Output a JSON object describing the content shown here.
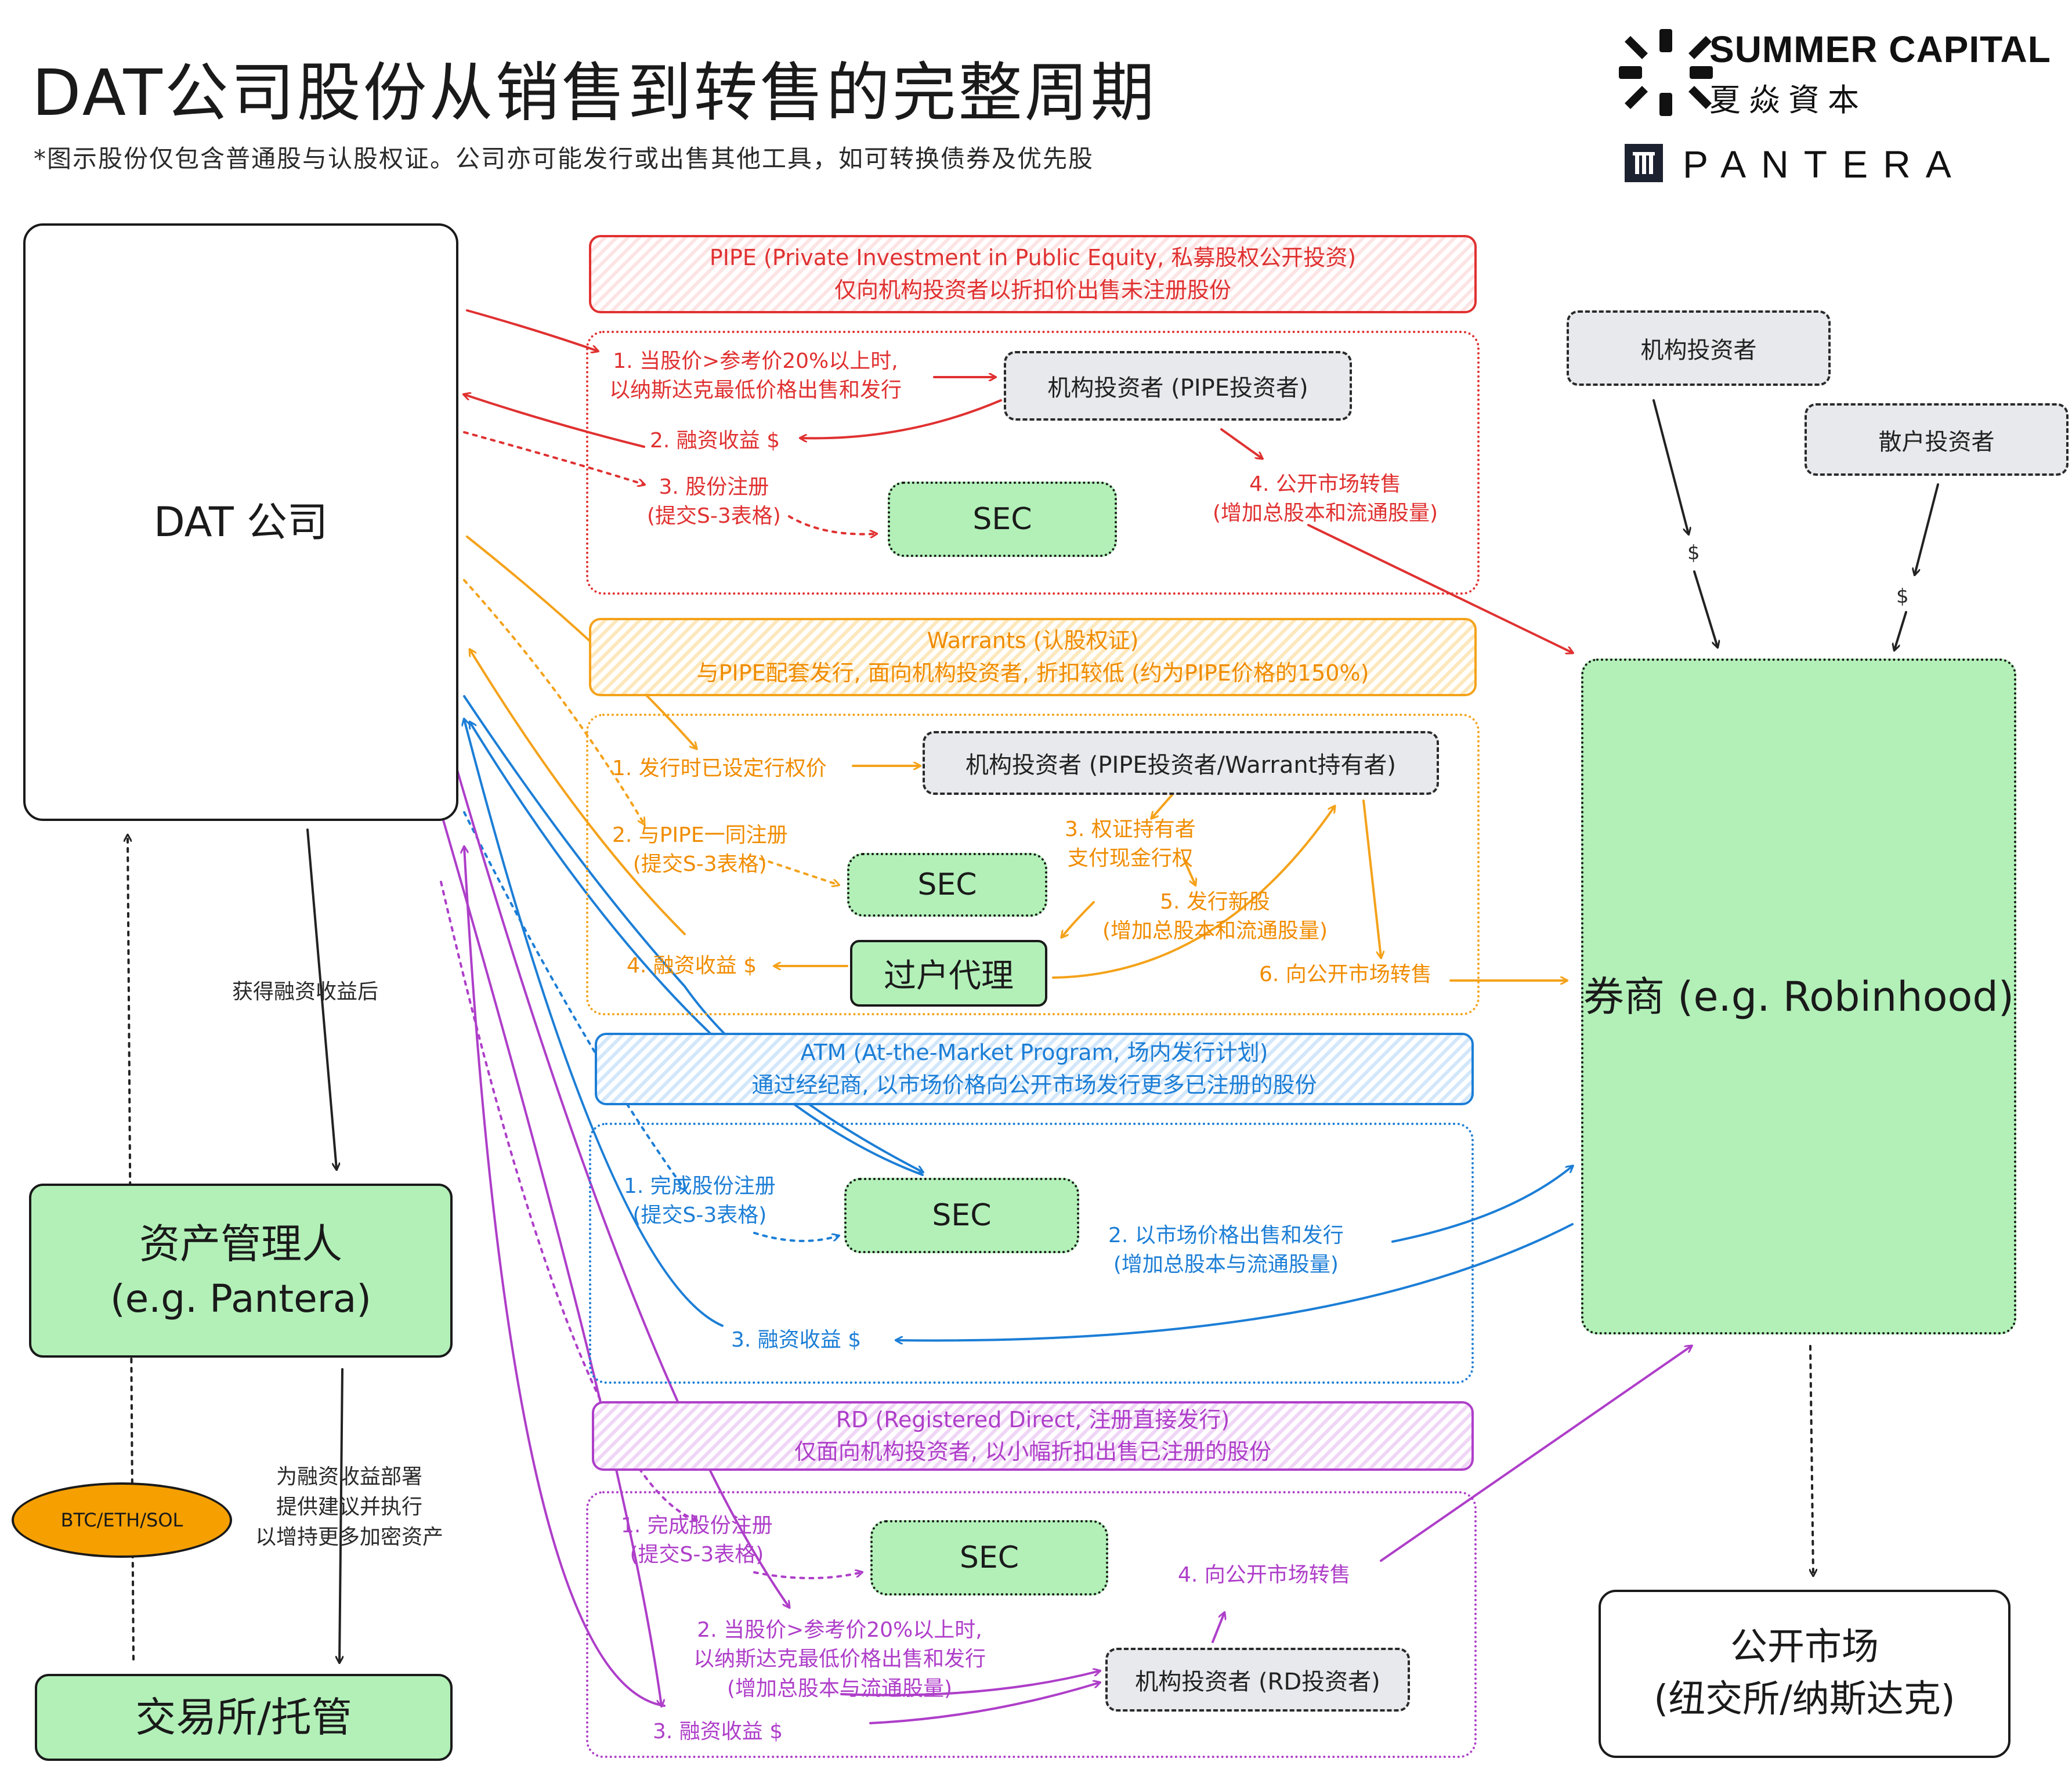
{
  "title": "DAT公司股份从销售到转售的完整周期",
  "note": "*图示股份仅包含普通股与认股权证。公司亦可能发行或出售其他工具，如可转换债券及优先股",
  "logos": {
    "summer_en": "SUMMER CAPITAL",
    "summer_cn": "夏焱資本",
    "pantera": "PANTERA"
  },
  "entities": {
    "dat_company": "DAT 公司",
    "asset_manager": [
      "资产管理人",
      "(e.g. Pantera)"
    ],
    "exchange": "交易所/托管",
    "crypto": "BTC/ETH/SOL",
    "broker": "券商 (e.g. Robinhood)",
    "public_market": [
      "公开市场",
      "(纽交所/纳斯达克)"
    ],
    "inst_investor_top": "机构投资者",
    "retail_investor": "散户投资者"
  },
  "left_flow": {
    "after_proceeds": "获得融资收益后",
    "deploy": [
      "为融资收益部署",
      "提供建议并执行",
      "以增持更多加密资产"
    ]
  },
  "dollar": "$",
  "pipe": {
    "header": [
      "PIPE (Private Investment in Public Equity, 私募股权公开投资)",
      "仅向机构投资者以折扣价出售未注册股份"
    ],
    "investor": "机构投资者 (PIPE投资者)",
    "sec": "SEC",
    "step1": [
      "1. 当股价>参考价20%以上时,",
      "以纳斯达克最低价格出售和发行"
    ],
    "step2": "2. 融资收益 $",
    "step3": [
      "3. 股份注册",
      "(提交S-3表格)"
    ],
    "step4": [
      "4. 公开市场转售",
      "(增加总股本和流通股量)"
    ]
  },
  "warrants": {
    "header": [
      "Warrants (认股权证)",
      "与PIPE配套发行, 面向机构投资者, 折扣较低 (约为PIPE价格的150%)"
    ],
    "investor": "机构投资者 (PIPE投资者/Warrant持有者)",
    "sec": "SEC",
    "agent": "过户代理",
    "step1": "1. 发行时已设定行权价",
    "step2": [
      "2. 与PIPE一同注册",
      "(提交S-3表格)"
    ],
    "step3": [
      "3. 权证持有者",
      "支付现金行权"
    ],
    "step4": "4. 融资收益 $",
    "step5": [
      "5. 发行新股",
      "(增加总股本和流通股量)"
    ],
    "step6": "6. 向公开市场转售"
  },
  "atm": {
    "header": [
      "ATM (At-the-Market Program, 场内发行计划)",
      "通过经纪商, 以市场价格向公开市场发行更多已注册的股份"
    ],
    "sec": "SEC",
    "step1": [
      "1. 完成股份注册",
      "(提交S-3表格)"
    ],
    "step2": [
      "2. 以市场价格出售和发行",
      "(增加总股本与流通股量)"
    ],
    "step3": "3. 融资收益 $"
  },
  "rd": {
    "header": [
      "RD (Registered Direct, 注册直接发行)",
      "仅面向机构投资者, 以小幅折扣出售已注册的股份"
    ],
    "sec": "SEC",
    "investor": "机构投资者 (RD投资者)",
    "step1": [
      "1. 完成股份注册",
      "(提交S-3表格)"
    ],
    "step2": [
      "2. 当股价>参考价20%以上时,",
      "以纳斯达克最低价格出售和发行",
      "(增加总股本与流通股量)"
    ],
    "step3": "3. 融资收益 $",
    "step4": "4. 向公开市场转售"
  },
  "colors": {
    "red": "#e03131",
    "orange": "#f08c00",
    "blue": "#1c7ed6",
    "purple": "#ae3ec9",
    "green_fill": "#b2f0b8",
    "grey_fill": "#e7e9ec",
    "crypto_fill": "#f59f00"
  }
}
